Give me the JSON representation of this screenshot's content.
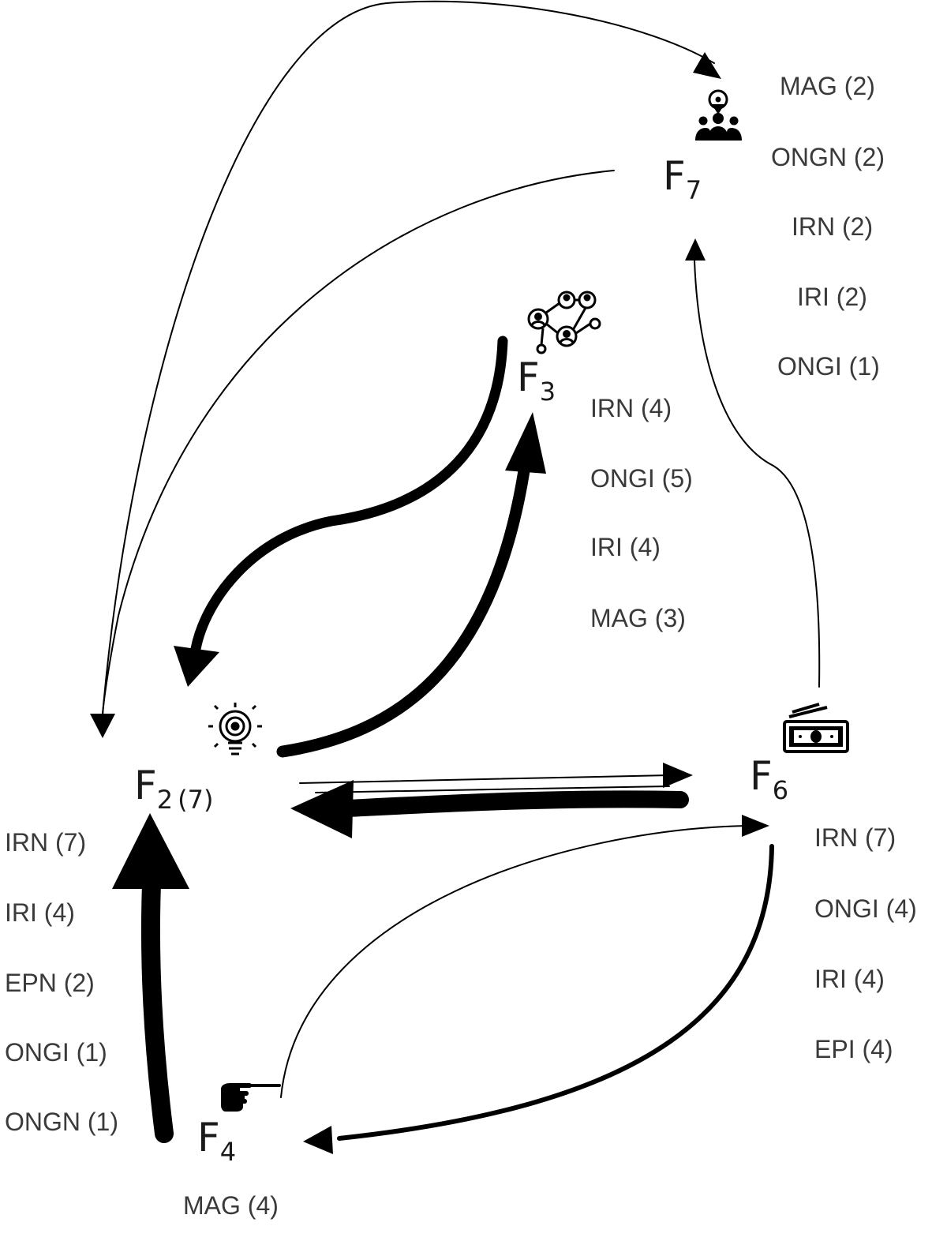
{
  "nodes": {
    "f7": {
      "letter": "F",
      "sub": "7",
      "icon": "community-location-icon"
    },
    "f3": {
      "letter": "F",
      "sub": "3",
      "icon": "people-network-icon"
    },
    "f2": {
      "letter": "F",
      "sub": "2",
      "count": "(7)",
      "icon": "lightbulb-icon"
    },
    "f6": {
      "letter": "F",
      "sub": "6",
      "icon": "money-wallet-icon"
    },
    "f4": {
      "letter": "F",
      "sub": "4",
      "icon": "pointing-hand-icon"
    }
  },
  "attributes": {
    "f7": [
      "MAG (2)",
      "ONGN (2)",
      "IRN (2)",
      "IRI (2)",
      "ONGI (1)"
    ],
    "f3": [
      "IRN (4)",
      "ONGI (5)",
      "IRI (4)",
      "MAG (3)"
    ],
    "f2": [
      "IRN (7)",
      "IRI (4)",
      "EPN (2)",
      "ONGI (1)",
      "ONGN (1)"
    ],
    "f6": [
      "IRN (7)",
      "ONGI (4)",
      "IRI (4)",
      "EPI (4)"
    ],
    "f4": [
      "MAG (4)"
    ]
  },
  "edges": [
    {
      "from": "F2",
      "to": "F7",
      "weight": "thin"
    },
    {
      "from": "F7",
      "to": "F2",
      "weight": "thin"
    },
    {
      "from": "F3",
      "to": "F2",
      "weight": "heavy"
    },
    {
      "from": "F2",
      "to": "F3",
      "weight": "heavy"
    },
    {
      "from": "F6",
      "to": "F7",
      "weight": "thin"
    },
    {
      "from": "F2",
      "to": "F6",
      "weight": "thin"
    },
    {
      "from": "F6",
      "to": "F2",
      "weight": "heavy"
    },
    {
      "from": "F4",
      "to": "F2",
      "weight": "heavy"
    },
    {
      "from": "F4",
      "to": "F6",
      "weight": "thin"
    },
    {
      "from": "F6",
      "to": "F4",
      "weight": "medium"
    }
  ],
  "colors": {
    "line": "#000000",
    "text": "#3a3a3a",
    "background": "#ffffff"
  }
}
